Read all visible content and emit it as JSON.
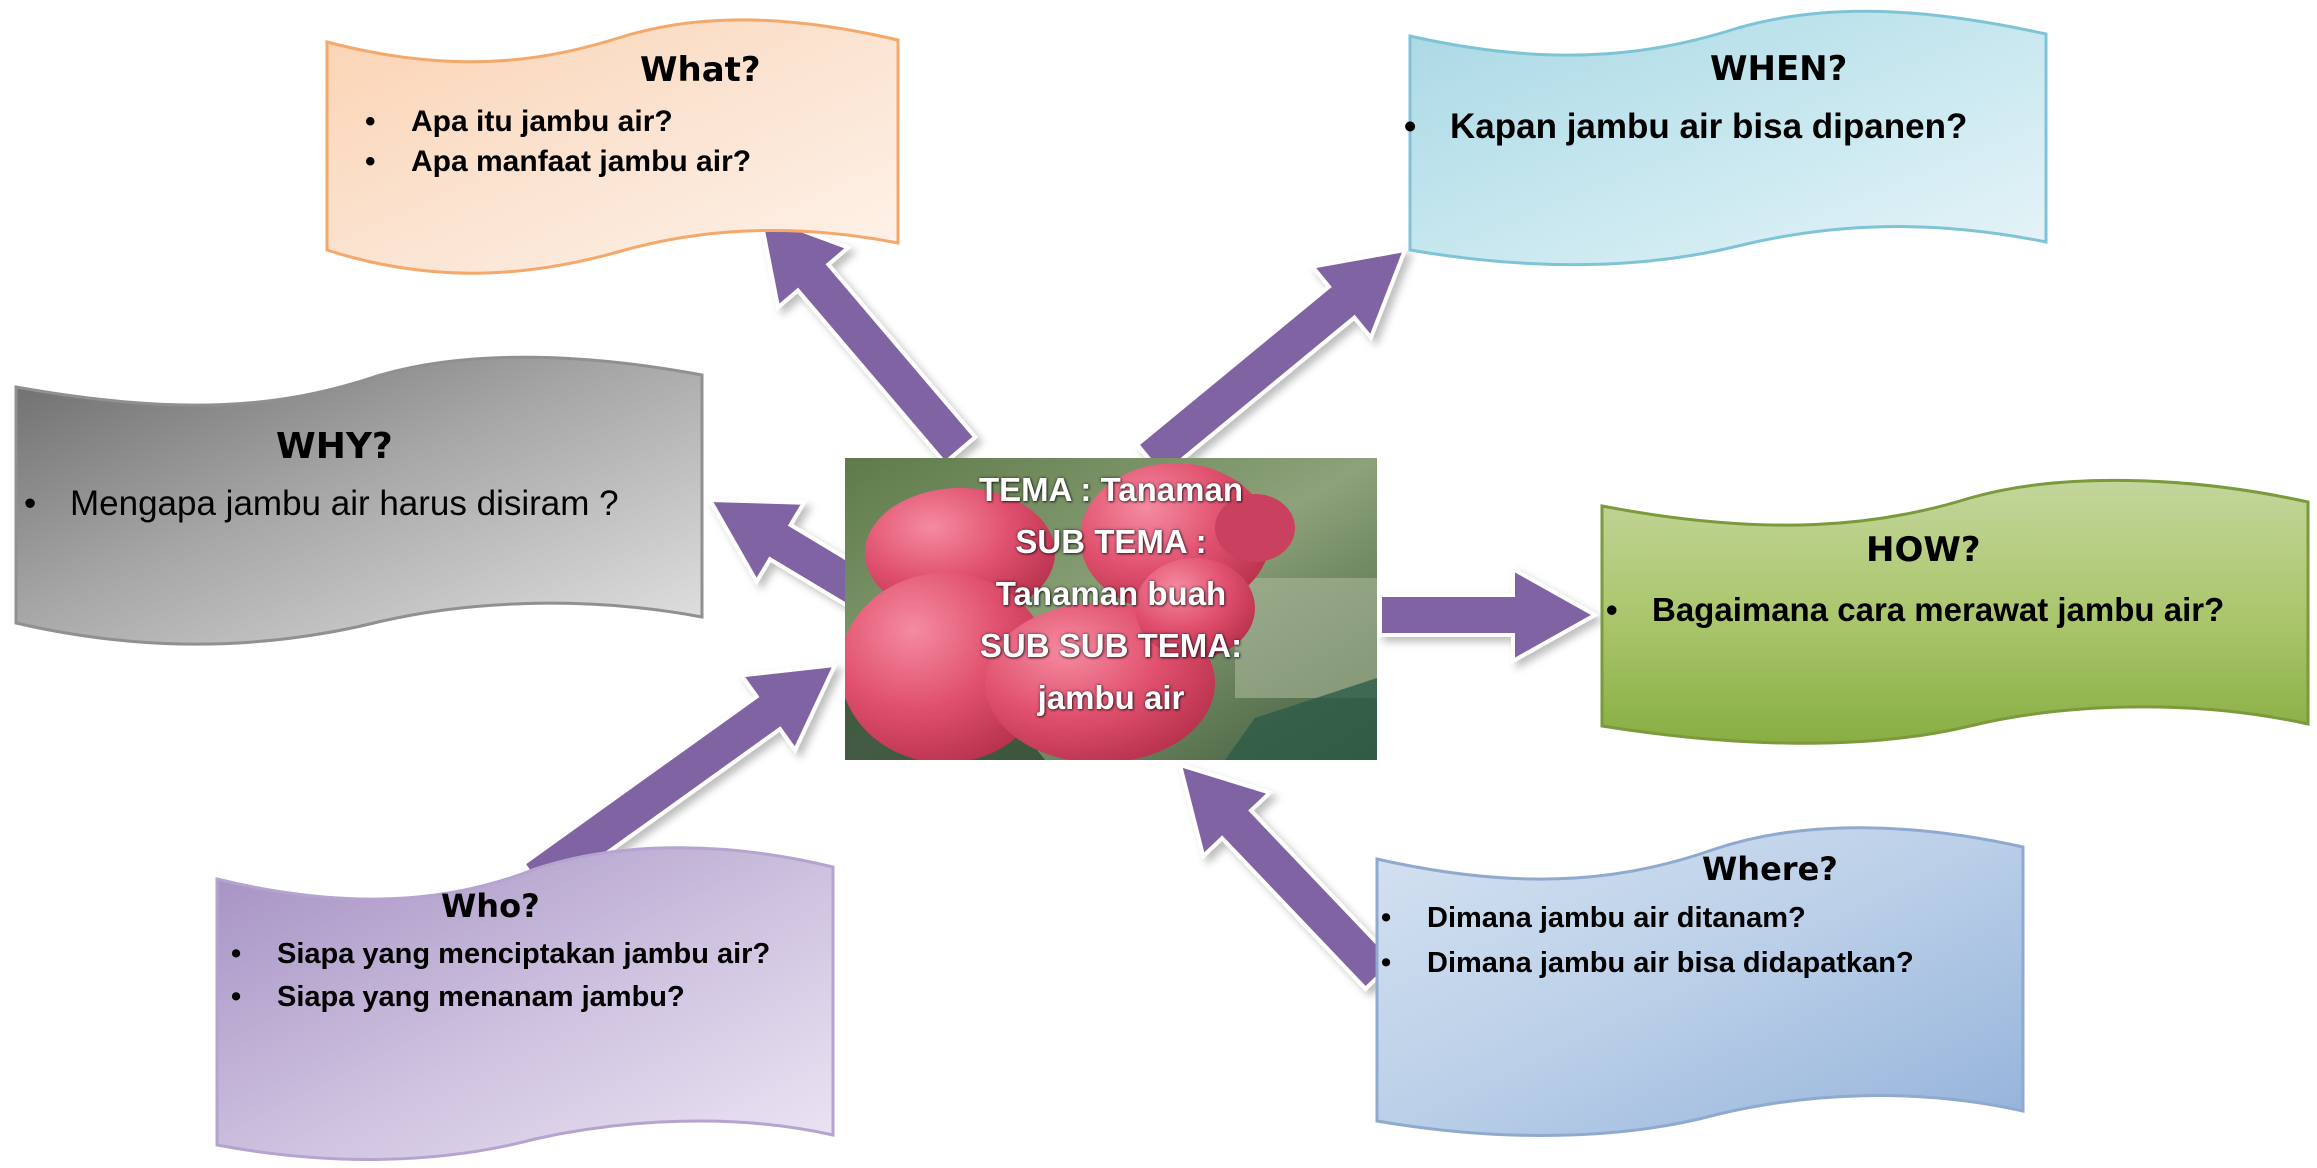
{
  "center": {
    "tema": "TEMA : Tanaman",
    "sub_tema": "SUB TEMA :",
    "sub_tema_value": "Tanaman buah",
    "sub_sub_tema": "SUB SUB TEMA:",
    "sub_sub_tema_value": "jambu air"
  },
  "what": {
    "title": "What?",
    "items": [
      "Apa itu jambu air?",
      "Apa manfaat jambu air?"
    ]
  },
  "when": {
    "title": "WHEN?",
    "items": [
      "Kapan jambu air bisa dipanen?"
    ]
  },
  "why": {
    "title": "WHY?",
    "items": [
      "Mengapa jambu air harus disiram ?"
    ]
  },
  "how": {
    "title": "HOW?",
    "items": [
      "Bagaimana cara merawat jambu air?"
    ]
  },
  "who": {
    "title": "Who?",
    "items": [
      "Siapa yang menciptakan jambu air?",
      "Siapa yang menanam jambu?"
    ]
  },
  "where": {
    "title": "Where?",
    "items": [
      "Dimana jambu air ditanam?",
      "Dimana jambu air bisa didapatkan?"
    ]
  },
  "colors": {
    "arrow_fill": "#8064A2",
    "what_box": "#FAC090",
    "when_box": "#B7DEE8",
    "why_box": "#8C8C8C",
    "how_box": "#9BBB59",
    "who_box": "#CCC0DA",
    "where_box": "#B9CDE5",
    "fruit": "#E0506E"
  }
}
